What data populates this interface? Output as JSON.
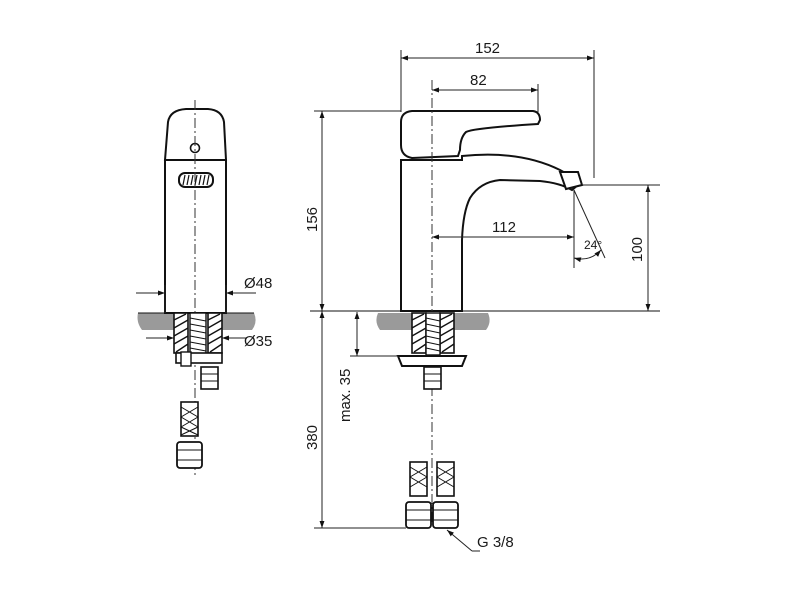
{
  "dimensions": {
    "overall_width": "152",
    "lever_length": "82",
    "spout_reach": "112",
    "overall_height": "156",
    "spout_height": "100",
    "spout_angle": "24°",
    "max_deck_thickness": "max. 35",
    "hose_length": "380",
    "body_diameter": "Ø48",
    "hole_diameter": "Ø35",
    "connection_thread": "G 3/8"
  },
  "colors": {
    "line": "#111111",
    "floor": "#9a9a9a",
    "background": "#ffffff"
  }
}
